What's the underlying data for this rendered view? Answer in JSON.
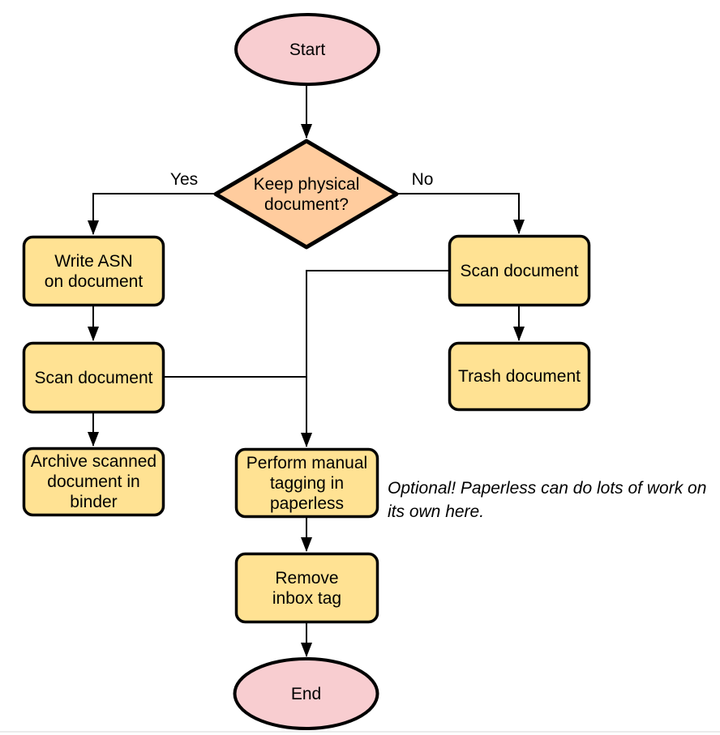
{
  "diagram": {
    "colors": {
      "terminal_fill": "#f8cdd0",
      "decision_fill": "#ffcc9e",
      "process_fill": "#ffe293",
      "divider": "#ebebeb"
    },
    "nodes": {
      "start": {
        "label": "Start"
      },
      "decision": {
        "label": "Keep physical\ndocument?"
      },
      "write_asn": {
        "label": "Write ASN\non document"
      },
      "scan_left": {
        "label": "Scan document"
      },
      "archive": {
        "label": "Archive scanned\ndocument in\nbinder"
      },
      "scan_right": {
        "label": "Scan document"
      },
      "trash": {
        "label": "Trash document"
      },
      "perform_tagging": {
        "label": "Perform manual\ntagging in\npaperless"
      },
      "remove_inbox": {
        "label": "Remove\ninbox tag"
      },
      "end": {
        "label": "End"
      }
    },
    "edge_labels": {
      "yes": "Yes",
      "no": "No"
    },
    "note": "Optional! Paperless can do lots of work on\nits own here."
  }
}
